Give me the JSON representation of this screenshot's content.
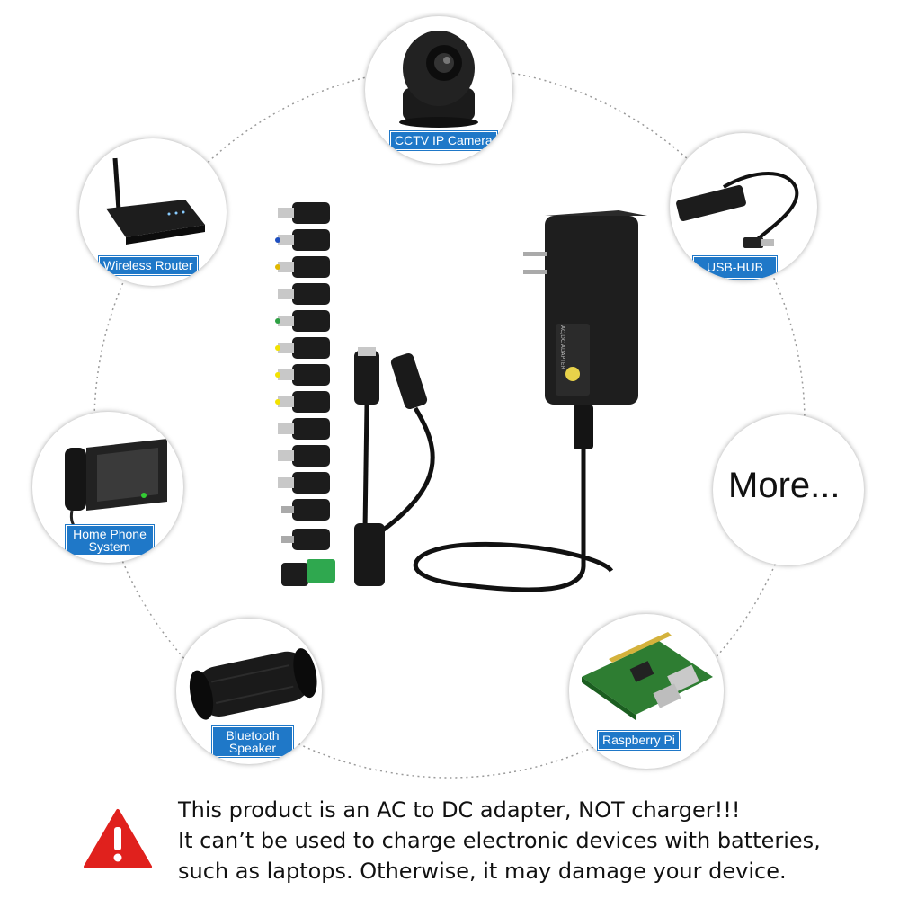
{
  "devices": {
    "cctv": {
      "label": "CCTV IP Camera",
      "icon": "cctv-camera-icon"
    },
    "usb_hub": {
      "label": "USB-HUB",
      "icon": "usb-hub-icon"
    },
    "router": {
      "label": "Wireless Router",
      "icon": "wireless-router-icon"
    },
    "phone": {
      "label_line1": "Home Phone",
      "label_line2": "System",
      "icon": "desk-phone-icon"
    },
    "more": {
      "label": "More..."
    },
    "speaker": {
      "label_line1": "Bluetooth",
      "label_line2": "Speaker",
      "icon": "bluetooth-speaker-icon"
    },
    "raspberry": {
      "label": "Raspberry Pi",
      "icon": "raspberry-pi-board-icon"
    }
  },
  "adapter": {
    "icon": "ac-dc-adapter-icon",
    "tips_icon": "connector-tips-icon",
    "splitter_icon": "y-splitter-cable-icon",
    "housing_text": "AC/DC ADAPTER"
  },
  "warning": {
    "icon": "warning-triangle-icon",
    "line1": "This product is an AC to DC adapter, NOT charger!!!",
    "line2": "It can’t be used to charge electronic devices with batteries,",
    "line3": "such as laptops. Otherwise, it may damage your device."
  },
  "colors": {
    "label_bg": "#1f78c8",
    "warning_red": "#e0211d"
  }
}
